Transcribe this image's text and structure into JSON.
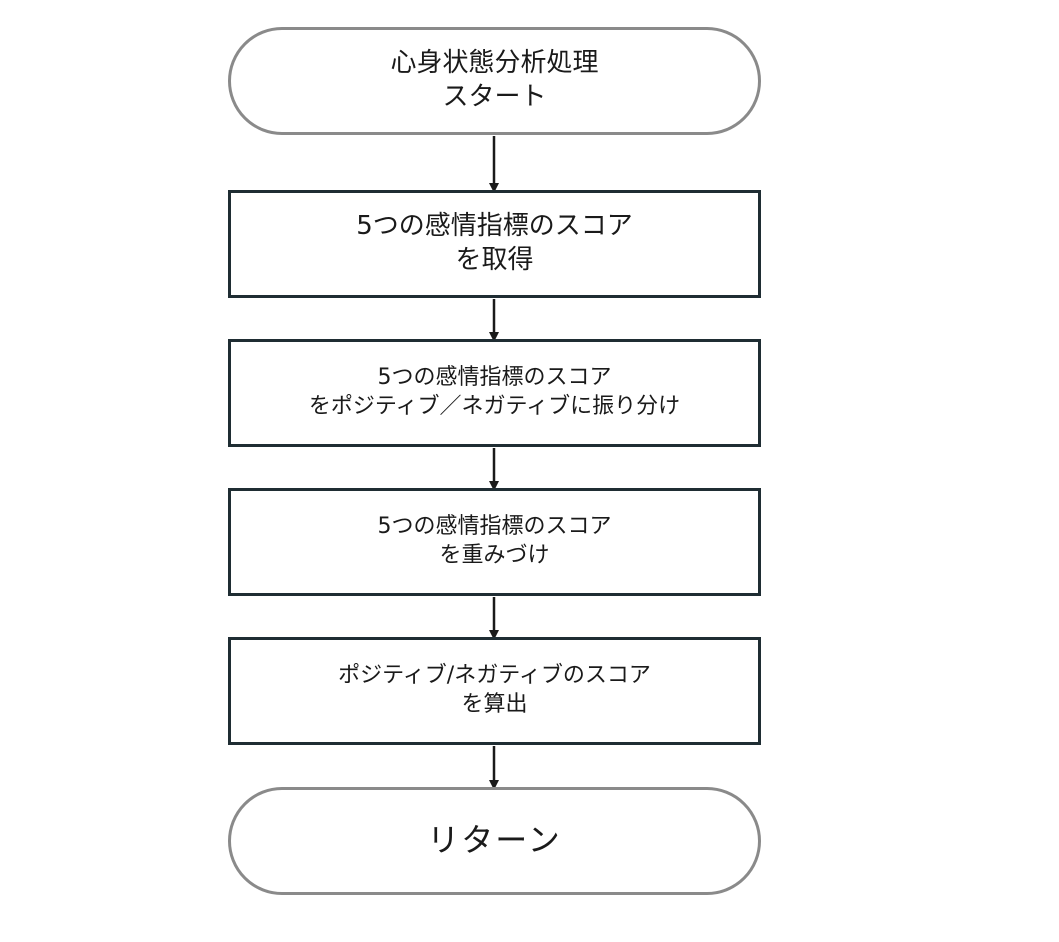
{
  "flowchart": {
    "start": {
      "line1": "心身状態分析処理",
      "line2": "スタート"
    },
    "steps": [
      {
        "line1": "5つの感情指標のスコア",
        "line2": "を取得"
      },
      {
        "line1": "5つの感情指標のスコア",
        "line2": "をポジティブ／ネガティブに振り分け"
      },
      {
        "line1": "5つの感情指標のスコア",
        "line2": "を重みづけ"
      },
      {
        "line1": "ポジティブ/ネガティブのスコア",
        "line2": "を算出"
      }
    ],
    "end": {
      "label": "リターン"
    }
  },
  "colors": {
    "terminal_border": "#8a8a8a",
    "process_border": "#1f2d33",
    "arrow": "#1a1a1a",
    "text": "#1a1a1a"
  }
}
